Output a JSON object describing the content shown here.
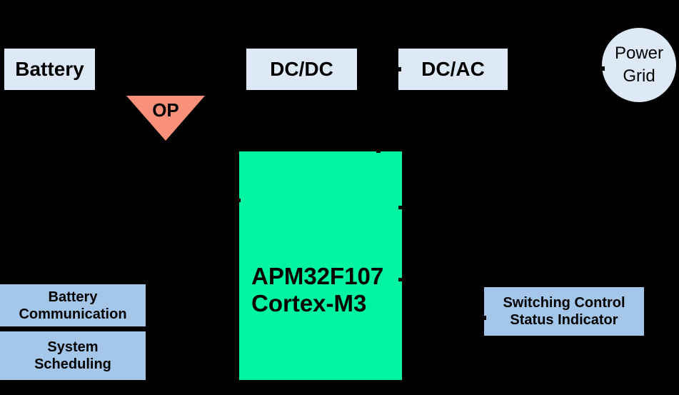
{
  "diagram": {
    "colors": {
      "background": "#000000",
      "top_box_fill": "#DDE9F6",
      "bottom_box_fill": "#A4C6E9",
      "mcu_fill": "#00F5A0",
      "op_fill": "#F8907A",
      "text": "#000000"
    },
    "nodes": {
      "battery": {
        "label": "Battery"
      },
      "dc_dc": {
        "label": "DC/DC"
      },
      "dc_ac": {
        "label": "DC/AC"
      },
      "power_grid": {
        "line1": "Power",
        "line2": "Grid"
      },
      "op_amp": {
        "label": "OP"
      },
      "mcu": {
        "line1": "APM32F107",
        "line2": "Cortex-M3"
      },
      "battery_communication": {
        "line1": "Battery",
        "line2": "Communication"
      },
      "system_scheduling": {
        "line1": "System",
        "line2": "Scheduling"
      },
      "switching_indicator": {
        "line1": "Switching Control",
        "line2": "Status Indicator"
      }
    }
  }
}
